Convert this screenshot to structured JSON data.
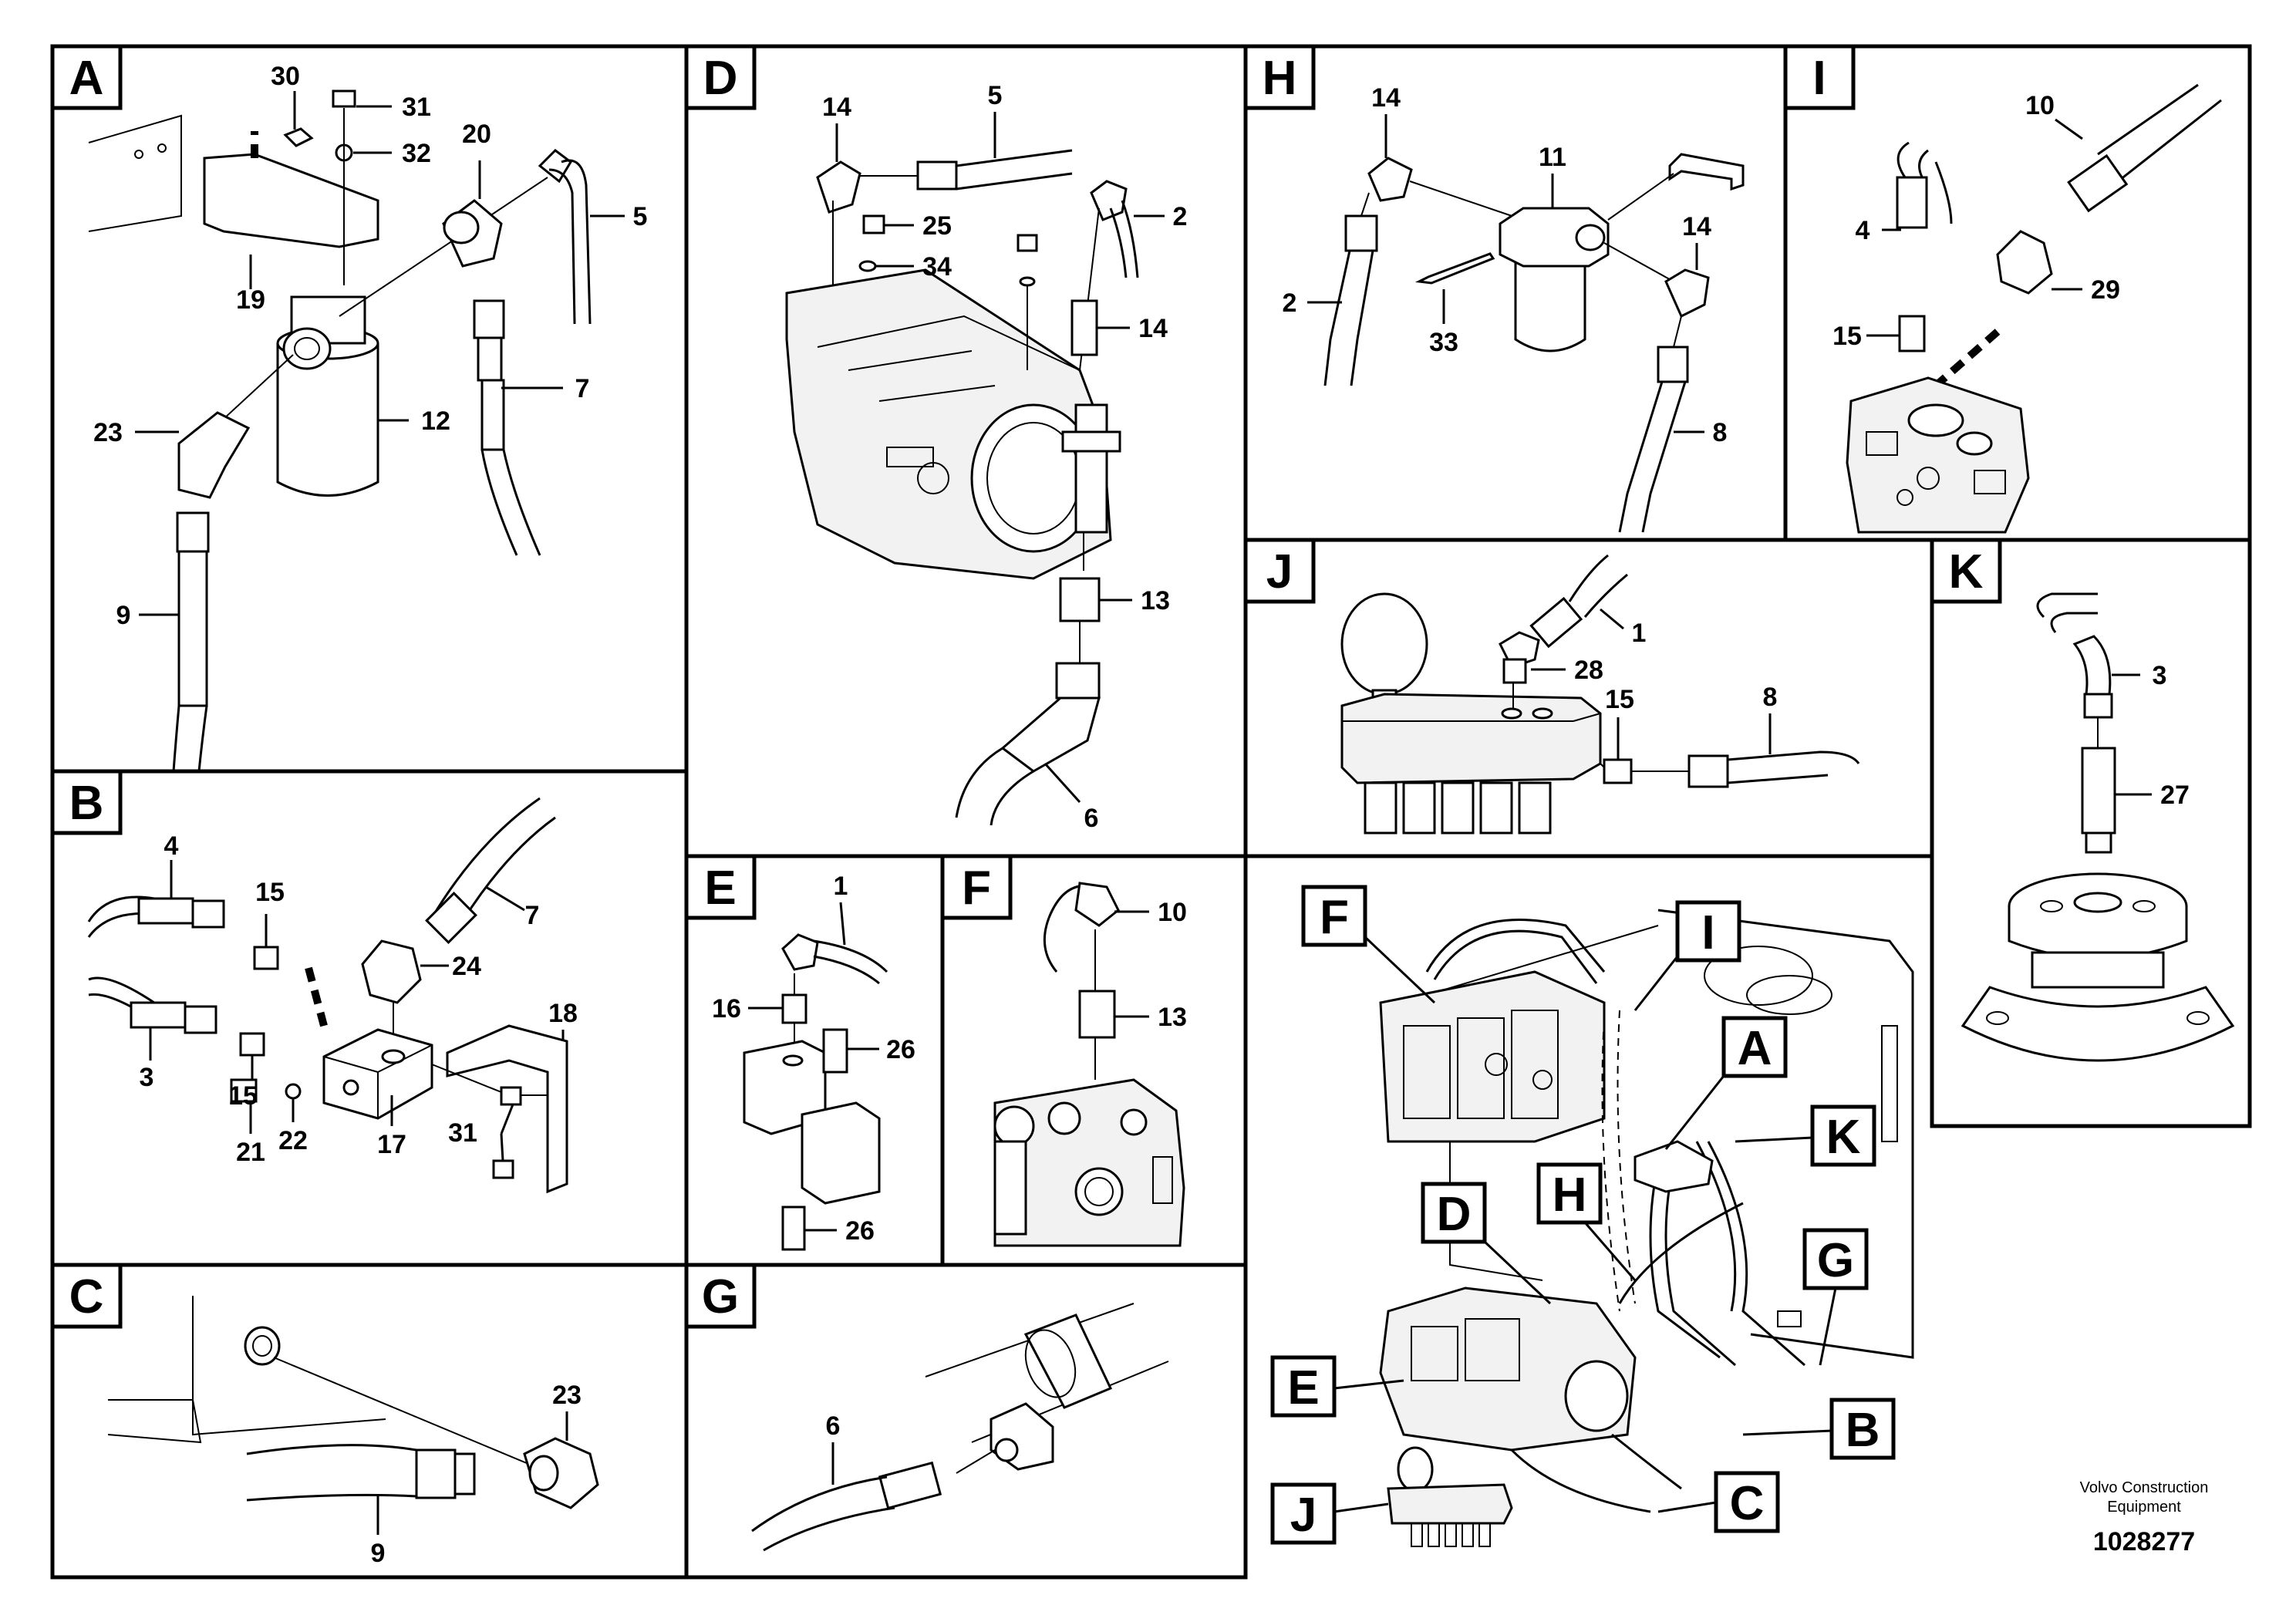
{
  "panels": [
    {
      "letter": "A",
      "callouts": [
        "30",
        "31",
        "32",
        "20",
        "5",
        "19",
        "12",
        "7",
        "23",
        "9"
      ]
    },
    {
      "letter": "B",
      "callouts": [
        "4",
        "15",
        "7",
        "24",
        "3",
        "15",
        "18",
        "17",
        "31",
        "21",
        "22"
      ]
    },
    {
      "letter": "C",
      "callouts": [
        "23",
        "9"
      ]
    },
    {
      "letter": "D",
      "callouts": [
        "14",
        "5",
        "2",
        "25",
        "34",
        "14",
        "13",
        "6"
      ]
    },
    {
      "letter": "E",
      "callouts": [
        "1",
        "16",
        "26",
        "26"
      ]
    },
    {
      "letter": "F",
      "callouts": [
        "10",
        "13"
      ]
    },
    {
      "letter": "G",
      "callouts": [
        "6"
      ]
    },
    {
      "letter": "H",
      "callouts": [
        "14",
        "11",
        "14",
        "2",
        "33",
        "8"
      ]
    },
    {
      "letter": "I",
      "callouts": [
        "10",
        "4",
        "29",
        "15"
      ]
    },
    {
      "letter": "J",
      "callouts": [
        "1",
        "28",
        "15",
        "8"
      ]
    },
    {
      "letter": "K",
      "callouts": [
        "3",
        "27"
      ]
    }
  ],
  "overview_labels": [
    "F",
    "I",
    "A",
    "K",
    "D",
    "H",
    "G",
    "E",
    "B",
    "J",
    "C"
  ],
  "footer": {
    "brand_line1": "Volvo Construction",
    "brand_line2": "Equipment",
    "drawing_number": "1028277"
  }
}
